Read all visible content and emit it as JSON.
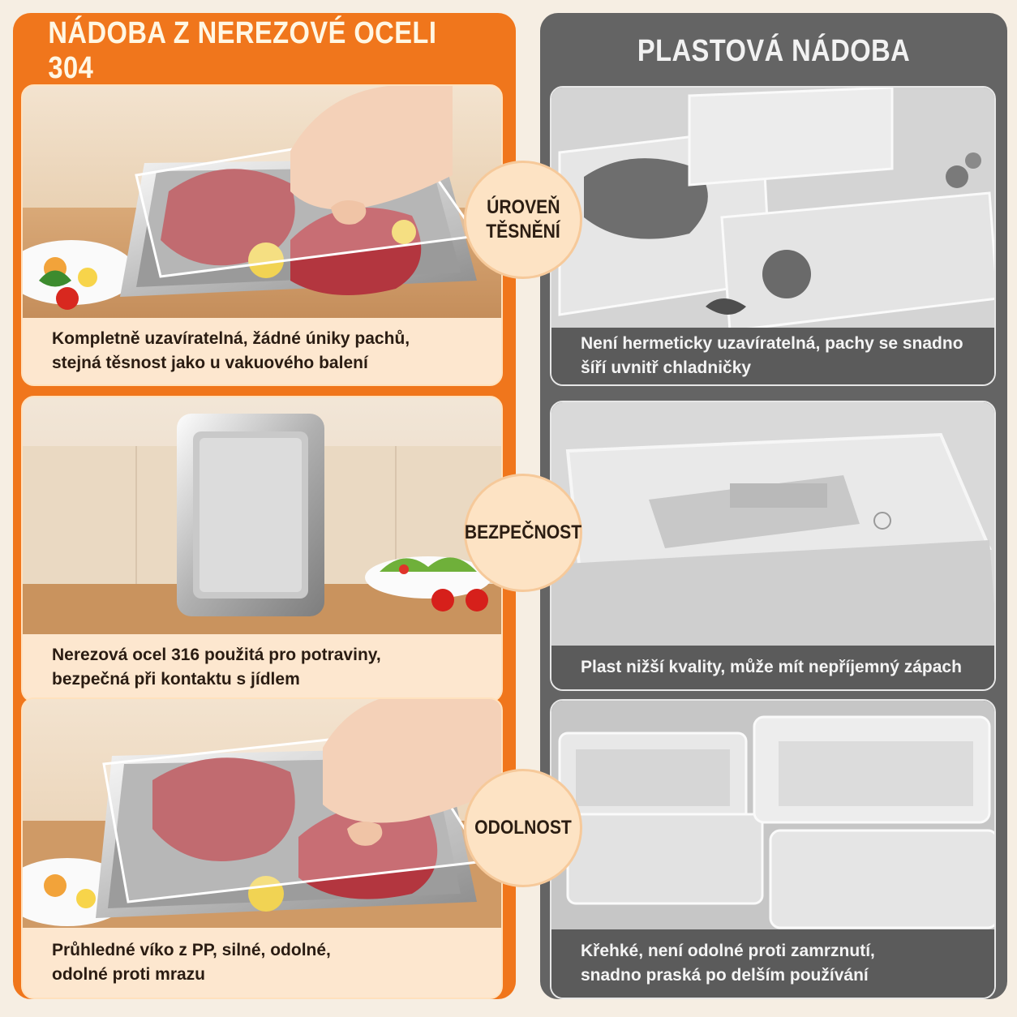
{
  "left": {
    "title": "NÁDOBA Z NEREZOVÉ OCELI 304",
    "accent": "#f0761c",
    "cards": [
      {
        "lines": [
          "Kompletně uzavíratelná, žádné úniky pachů,",
          "stejná těsnost jako u vakuového balení"
        ]
      },
      {
        "lines": [
          "Nerezová ocel 316 použitá pro potraviny,",
          "bezpečná při kontaktu s jídlem"
        ]
      },
      {
        "lines": [
          "Průhledné víko z PP, silné, odolné,",
          "odolné proti mrazu"
        ]
      }
    ]
  },
  "right": {
    "title": "PLASTOVÁ NÁDOBA",
    "accent": "#646464",
    "cards": [
      {
        "lines": [
          "Není hermeticky uzavíratelná, pachy se snadno",
          "šíří uvnitř chladničky"
        ]
      },
      {
        "lines": [
          "Plast nižší kvality, může mít nepříjemný zápach"
        ]
      },
      {
        "lines": [
          "Křehké, není odolné proti zamrznutí,",
          "snadno praská po delším používání"
        ]
      }
    ]
  },
  "badges": [
    {
      "lines": [
        "ÚROVEŇ",
        "TĚSNĚNÍ"
      ]
    },
    {
      "lines": [
        "BEZPEČNOST"
      ]
    },
    {
      "lines": [
        "ODOLNOST"
      ]
    }
  ]
}
